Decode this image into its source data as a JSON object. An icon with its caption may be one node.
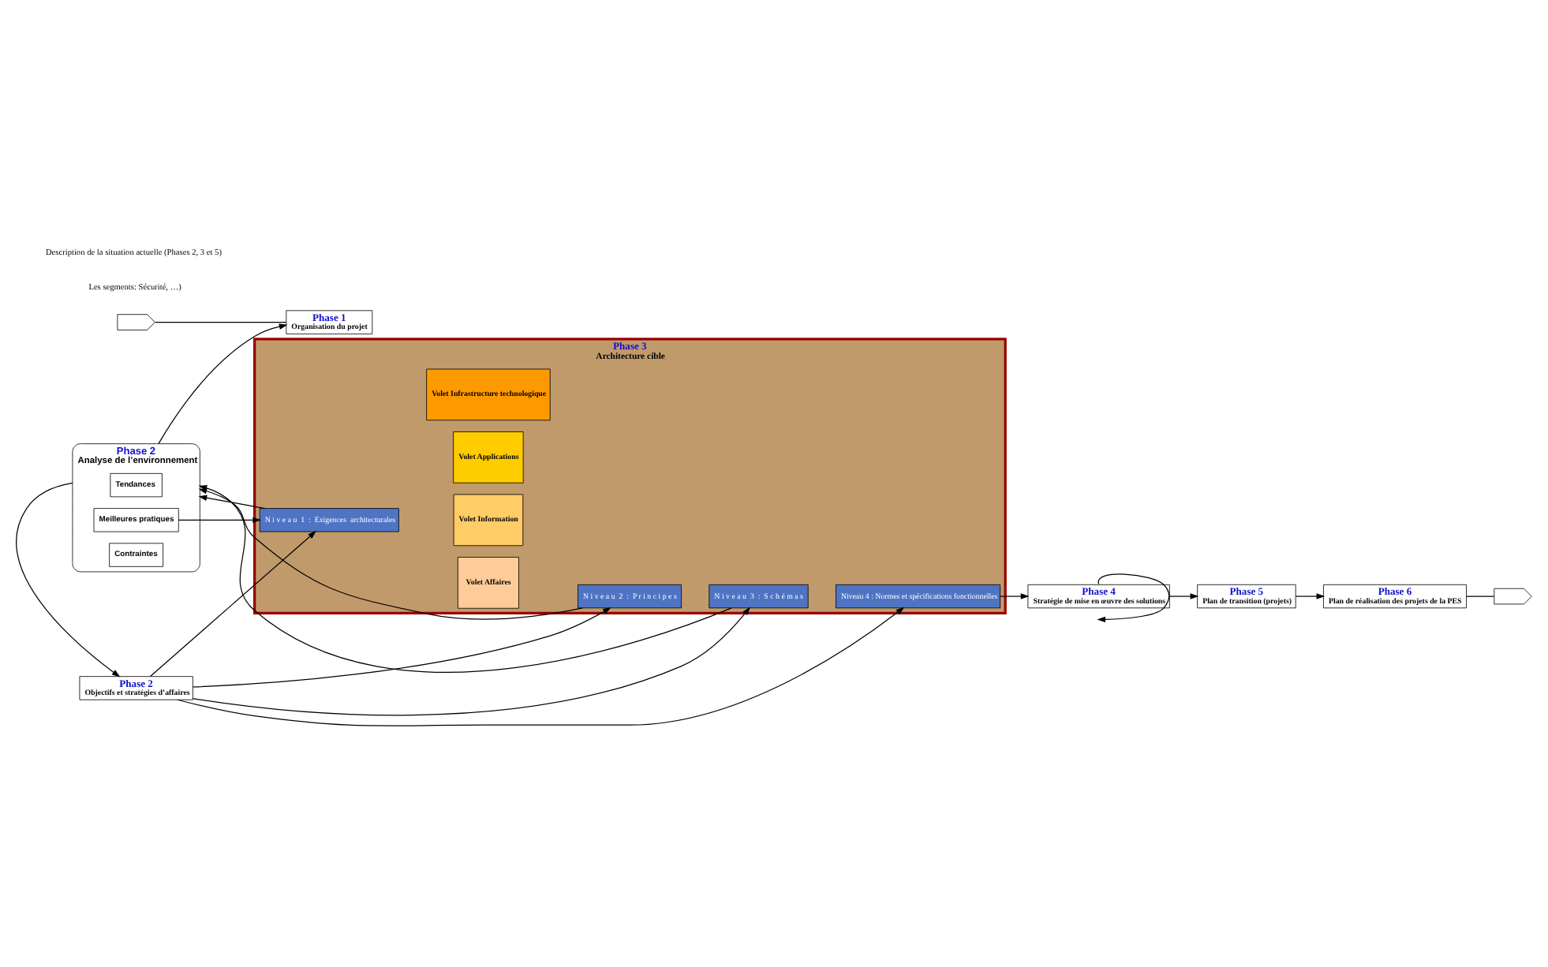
{
  "diagram": {
    "nodes": [
      {
        "text": [],
        "shape": "chevron"
      },
      {
        "text": [
          "Phase 1",
          "Organisation du projet"
        ]
      },
      {
        "text": [
          "Phase 2",
          "Objectifs et stratégies d’affaires"
        ]
      },
      {
        "text": [
          "Phase 2",
          "Analyse de l’environnement"
        ]
      },
      {
        "text": [
          "Tendances"
        ],
        "in": 3
      },
      {
        "text": [
          "Meilleures pratiques"
        ],
        "in": 3
      },
      {
        "text": [
          "Contraintes"
        ],
        "in": 3
      },
      {
        "text": [
          "Phase 3",
          "Architecture cible"
        ]
      },
      {
        "text": [
          "N i v e a u  1  :  Exigences  architecturales"
        ],
        "in": 7
      },
      {
        "text": [
          "Volet Affaires"
        ],
        "in": 7
      },
      {
        "text": [
          "Volet Information"
        ],
        "in": 7
      },
      {
        "text": [
          "Volet Applications"
        ],
        "in": 7
      },
      {
        "text": [
          "Volet Infrastructure technologique"
        ],
        "in": 7
      },
      {
        "text": [
          "N i v e a u  2  :  P r i n c i p e s"
        ],
        "in": 7
      },
      {
        "text": [
          "N i v e a u  3  :  S c h é m a s"
        ],
        "in": 7
      },
      {
        "text": [
          "Niveau 4 : Normes et spécifications fonctionnelles"
        ],
        "in": 7
      },
      {
        "text": [
          "Phase 4",
          "Stratégie de mise en œuvre des solutions"
        ]
      },
      {
        "text": [
          "Phase 5",
          "Plan de transition (projets)"
        ]
      },
      {
        "text": [
          "Phase 6",
          "Plan de réalisation des projets de la PES"
        ]
      },
      {
        "text": [],
        "shape": "chevron"
      }
    ],
    "edges": [
      {
        "from": 0,
        "to": 1,
        "arrow": "none"
      },
      {
        "from": 2,
        "to": 8,
        "arrow": "to"
      },
      {
        "from": 2,
        "to": 13,
        "arrow": "to"
      },
      {
        "from": 2,
        "to": 14,
        "arrow": "to"
      },
      {
        "from": 2,
        "to": 15,
        "arrow": "to"
      },
      {
        "from": 5,
        "to": 8,
        "arrow": "to"
      },
      {
        "from": 8,
        "to": 3,
        "arrow": "to"
      },
      {
        "from": 13,
        "to": 3,
        "arrow": "to"
      },
      {
        "from": 14,
        "to": 3,
        "arrow": "to"
      },
      {
        "from": 3,
        "to": 1,
        "arrow": "to"
      },
      {
        "from": 3,
        "to": 2,
        "arrow": "to"
      },
      {
        "from": 15,
        "to": 16,
        "arrow": "to"
      },
      {
        "from": 16,
        "to": null,
        "arrow": "to"
      },
      {
        "from": 16,
        "to": 17,
        "arrow": "to"
      },
      {
        "from": 17,
        "to": 18,
        "arrow": "to"
      },
      {
        "from": 18,
        "to": 19,
        "arrow": "none"
      }
    ],
    "labels": [
      "Les segments: Sécurité, …)",
      "Description de la situation actuelle (Phases 2, 3 et 5)"
    ]
  }
}
